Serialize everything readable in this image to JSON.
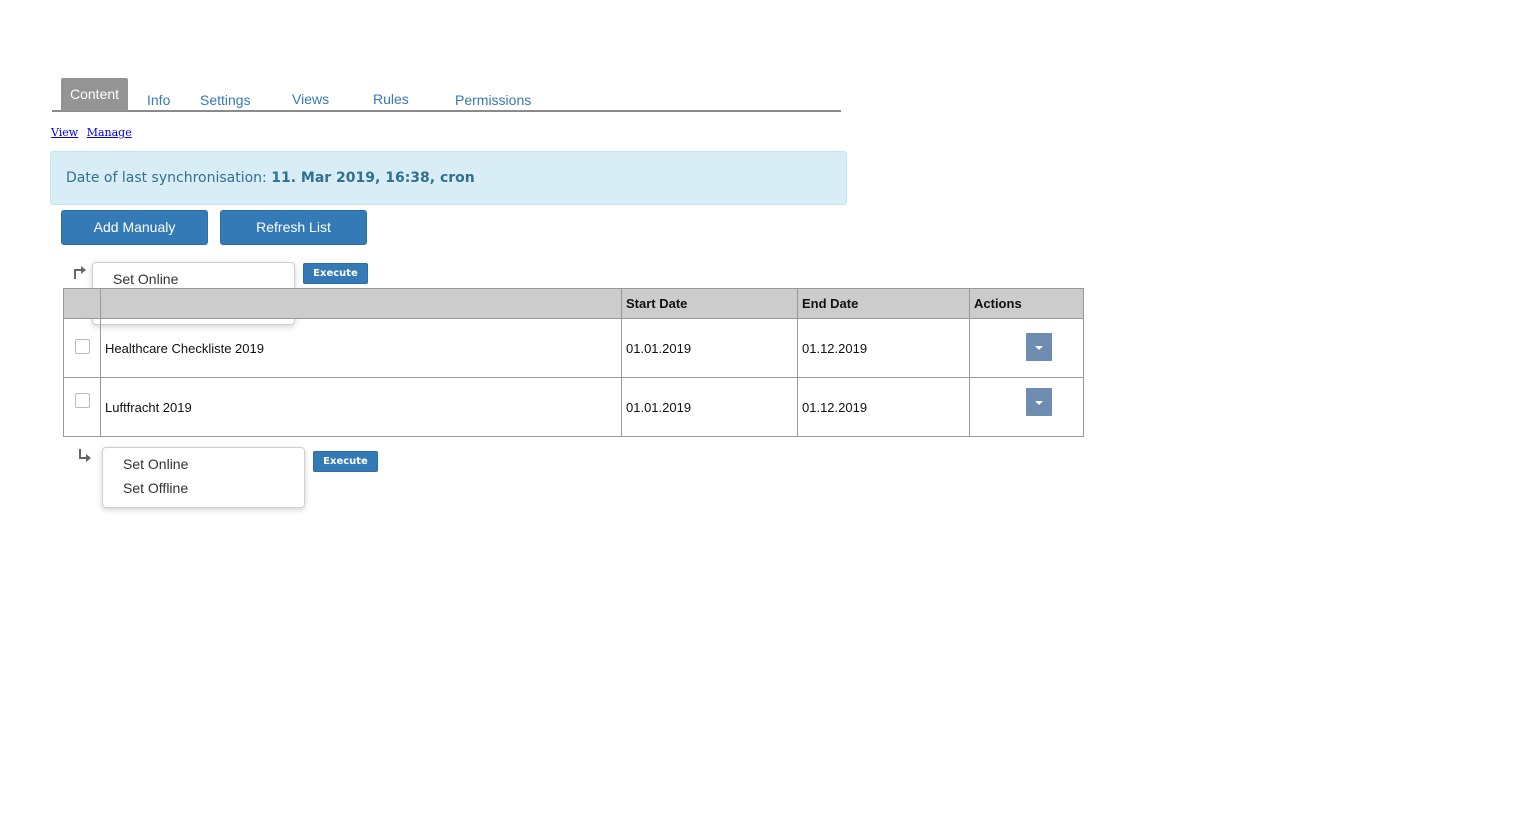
{
  "tabs": {
    "content": "Content",
    "info": "Info",
    "settings": "Settings",
    "views": "Views",
    "rules": "Rules",
    "permissions": "Permissions"
  },
  "subnav": {
    "view": "View",
    "manage": "Manage"
  },
  "sync": {
    "label": "Date of last synchronisation:",
    "value": "11. Mar 2019, 16:38, cron"
  },
  "buttons": {
    "add_manually": "Add Manualy",
    "refresh_list": "Refresh List",
    "execute": "Execute"
  },
  "bulk_actions": {
    "options": [
      "Set Online",
      "Set Offline"
    ]
  },
  "table": {
    "headers": {
      "title": "",
      "start_date": "Start Date",
      "end_date": "End Date",
      "actions": "Actions"
    },
    "rows": [
      {
        "title": "Healthcare Checkliste 2019",
        "start_date": "01.01.2019",
        "end_date": "01.12.2019"
      },
      {
        "title": "Luftfracht 2019",
        "start_date": "01.01.2019",
        "end_date": "01.12.2019"
      }
    ]
  },
  "colors": {
    "primary": "#337ab7",
    "info_bg": "#d9edf7",
    "info_text": "#31708f",
    "active_tab": "#949494",
    "table_header": "#cccccc",
    "action_caret": "#6e8bb0"
  },
  "icons": {
    "top_arrow": "arrow-up-right-icon",
    "bottom_arrow": "arrow-down-right-icon",
    "row_action": "caret-down-icon"
  }
}
